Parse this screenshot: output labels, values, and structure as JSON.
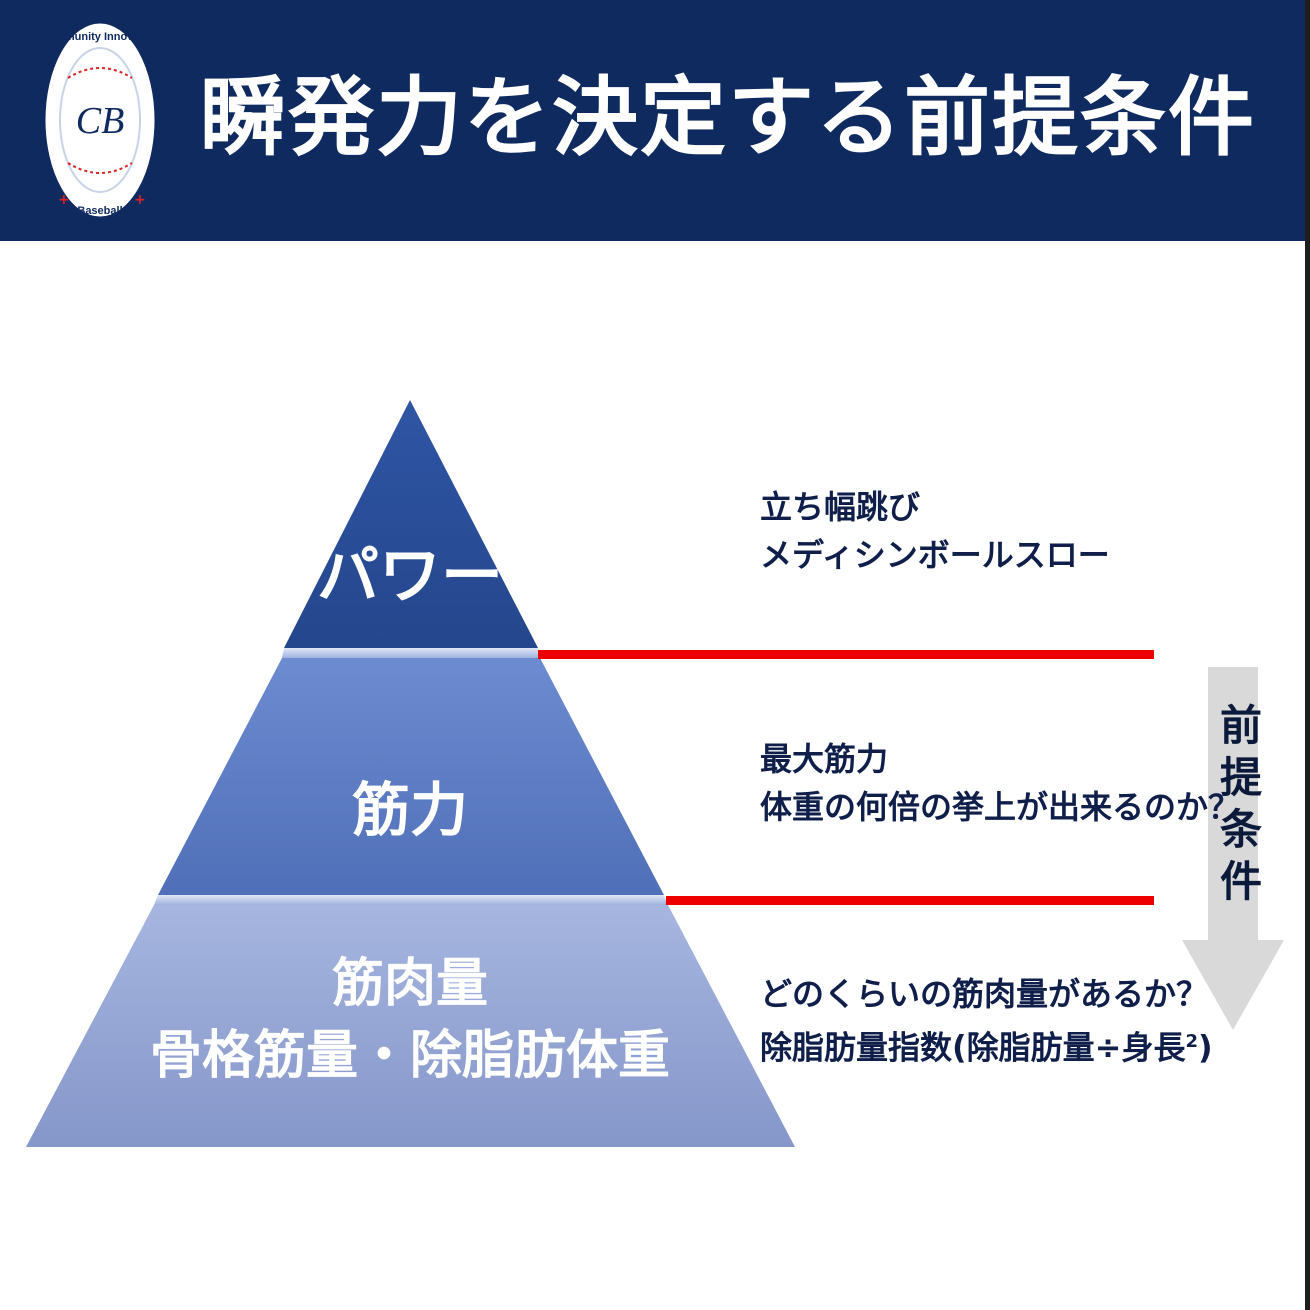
{
  "header": {
    "title": "瞬発力を決定する前提条件",
    "logo": {
      "arc_top": "Community Innovation",
      "monogram": "CB",
      "arc_bottom": "Baseball"
    }
  },
  "pyramid": {
    "tiers": [
      {
        "lines": [
          "パワー"
        ],
        "description": [
          "立ち幅跳び",
          "メディシンボールスロー"
        ]
      },
      {
        "lines": [
          "筋力"
        ],
        "description": [
          "最大筋力",
          "体重の何倍の挙上が出来るのか？"
        ]
      },
      {
        "lines": [
          "筋肉量",
          "骨格筋量・除脂肪体重"
        ],
        "description": [
          "どのくらいの筋肉量があるか？",
          "除脂肪量指数(除脂肪量÷身長",
          ")"
        ],
        "superscript": "2"
      }
    ]
  },
  "arrow": {
    "label_chars": [
      "前",
      "提",
      "条",
      "件"
    ]
  },
  "colors": {
    "header_bg": "#0f2a5f",
    "tier_top": "#2c4e9a",
    "tier_mid": "#5b7ac4",
    "tier_bottom": "#94a7d6",
    "divider_red": "#ee0000",
    "arrow_gray": "#d9d9d9"
  }
}
